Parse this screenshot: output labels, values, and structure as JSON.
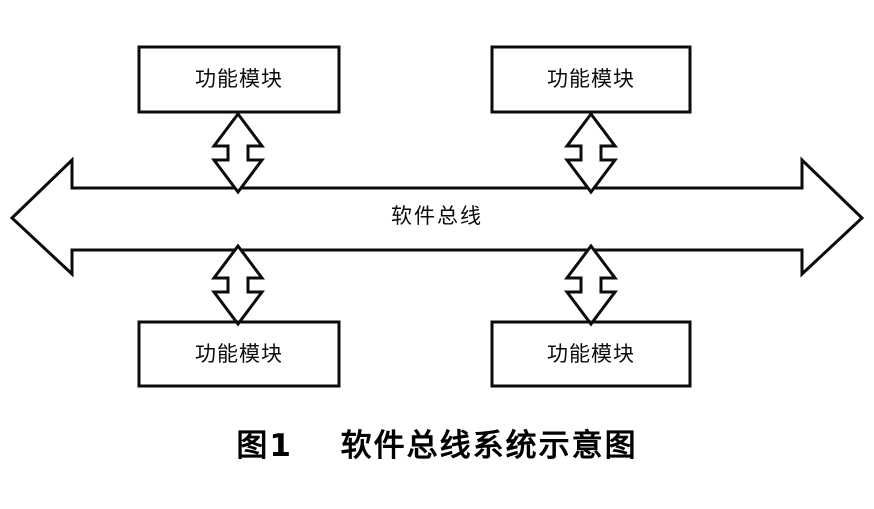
{
  "figure": {
    "caption_number": "图1",
    "caption_title": "软件总线系统示意图",
    "background_color": "#ffffff",
    "stroke_color": "#0b0b0b"
  },
  "diagram": {
    "type": "block-diagram",
    "bus": {
      "label": "软件总线",
      "shape": "double-headed-horizontal-arrow",
      "fill": "#ffffff",
      "stroke": "#0b0b0b"
    },
    "modules": [
      {
        "id": "module-top-left",
        "label": "功能模块",
        "position": "top-left"
      },
      {
        "id": "module-top-right",
        "label": "功能模块",
        "position": "top-right"
      },
      {
        "id": "module-bottom-left",
        "label": "功能模块",
        "position": "bottom-left"
      },
      {
        "id": "module-bottom-right",
        "label": "功能模块",
        "position": "bottom-right"
      }
    ],
    "connectors": [
      {
        "id": "connector-top-left",
        "from": "module-top-left",
        "to": "bus",
        "style": "double-headed-vertical-arrow"
      },
      {
        "id": "connector-top-right",
        "from": "module-top-right",
        "to": "bus",
        "style": "double-headed-vertical-arrow"
      },
      {
        "id": "connector-bottom-left",
        "from": "bus",
        "to": "module-bottom-left",
        "style": "double-headed-vertical-arrow"
      },
      {
        "id": "connector-bottom-right",
        "from": "bus",
        "to": "module-bottom-right",
        "style": "double-headed-vertical-arrow"
      }
    ]
  }
}
